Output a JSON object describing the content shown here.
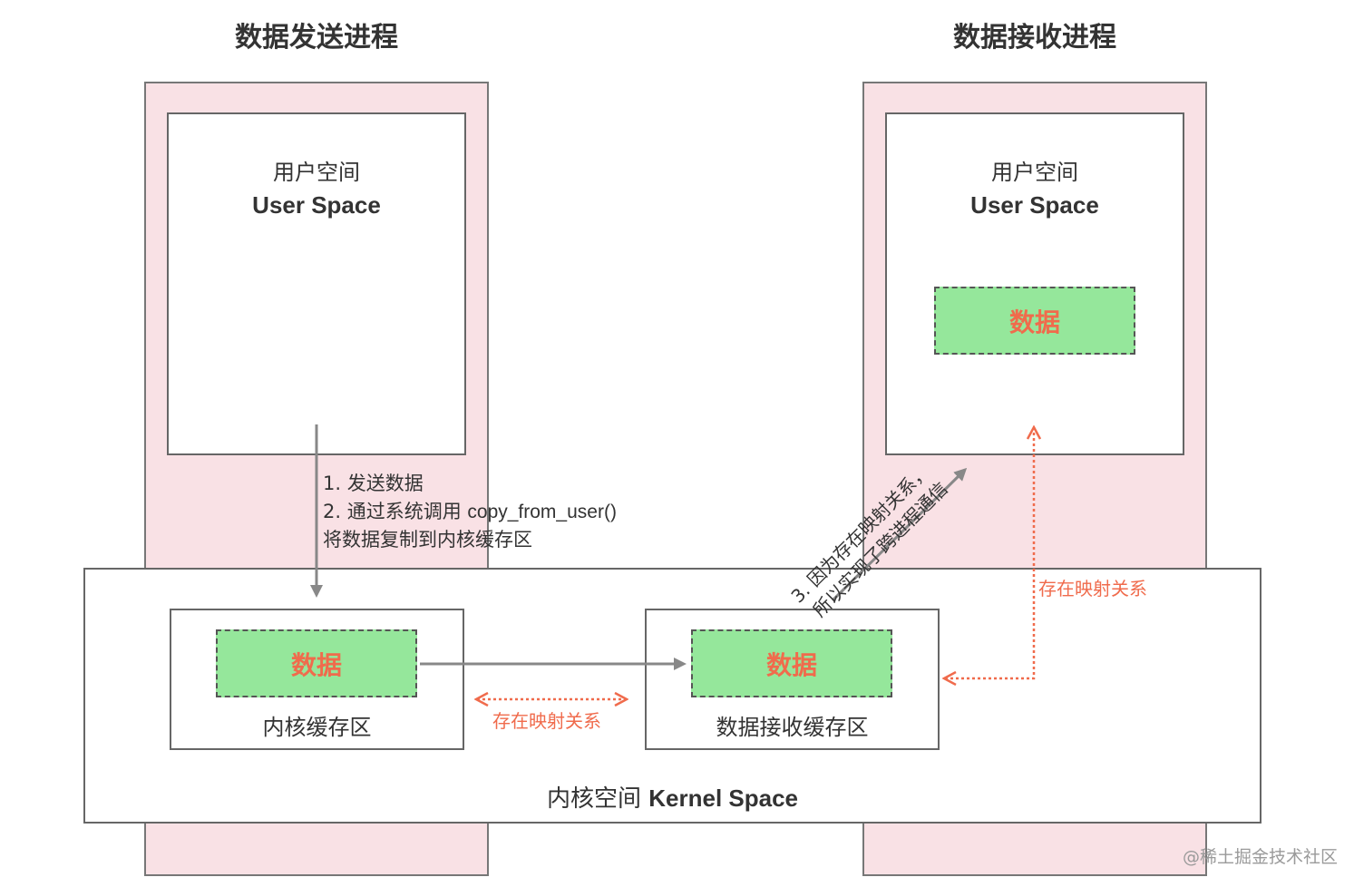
{
  "titles": {
    "sender": "数据发送进程",
    "receiver": "数据接收进程"
  },
  "user_space": {
    "cn": "用户空间",
    "en": "User Space"
  },
  "data_label": "数据",
  "kernel": {
    "cn": "内核空间",
    "en": "Kernel Space",
    "kernel_buffer": "内核缓存区",
    "receive_buffer": "数据接收缓存区"
  },
  "steps": {
    "step1": "1.   发送数据",
    "step2_prefix": "2.   通过系统调用 ",
    "step2_code": "copy_from_user()",
    "step2_line2": "将数据复制到内核缓存区",
    "step3_line1": "3. 因为存在映射关系，",
    "step3_line2": "所以实现了跨进程通信"
  },
  "mapping": {
    "label_bottom": "存在映射关系",
    "label_right": "存在映射关系"
  },
  "watermark": "@稀土掘金技术社区",
  "colors": {
    "process_bg": "#f9e1e5",
    "data_fill": "#95e79b",
    "data_text": "#f06b4c",
    "mapping_arrow": "#f06b4c",
    "solid_arrow": "#888888"
  }
}
